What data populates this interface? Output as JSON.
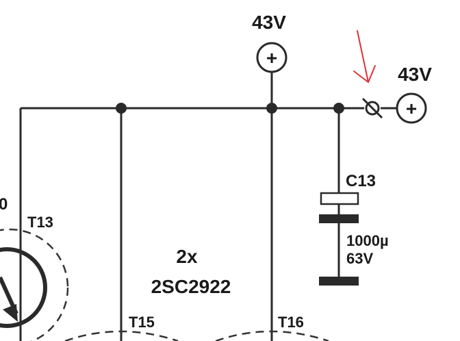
{
  "labels": {
    "supply_top": "43V",
    "supply_right": "43V",
    "plus_symbol": "+",
    "cap_name": "C13",
    "cap_value": "1000µ",
    "cap_voltage": "63V",
    "transistor_count": "2x",
    "transistor_part": "2SC2922",
    "t13": "T13",
    "t15": "T15",
    "t16": "T16",
    "left_edge_text": "0"
  },
  "colors": {
    "wire": "#2a2a2a",
    "annotation_arrow": "#e0303a",
    "background": "#ffffff"
  }
}
